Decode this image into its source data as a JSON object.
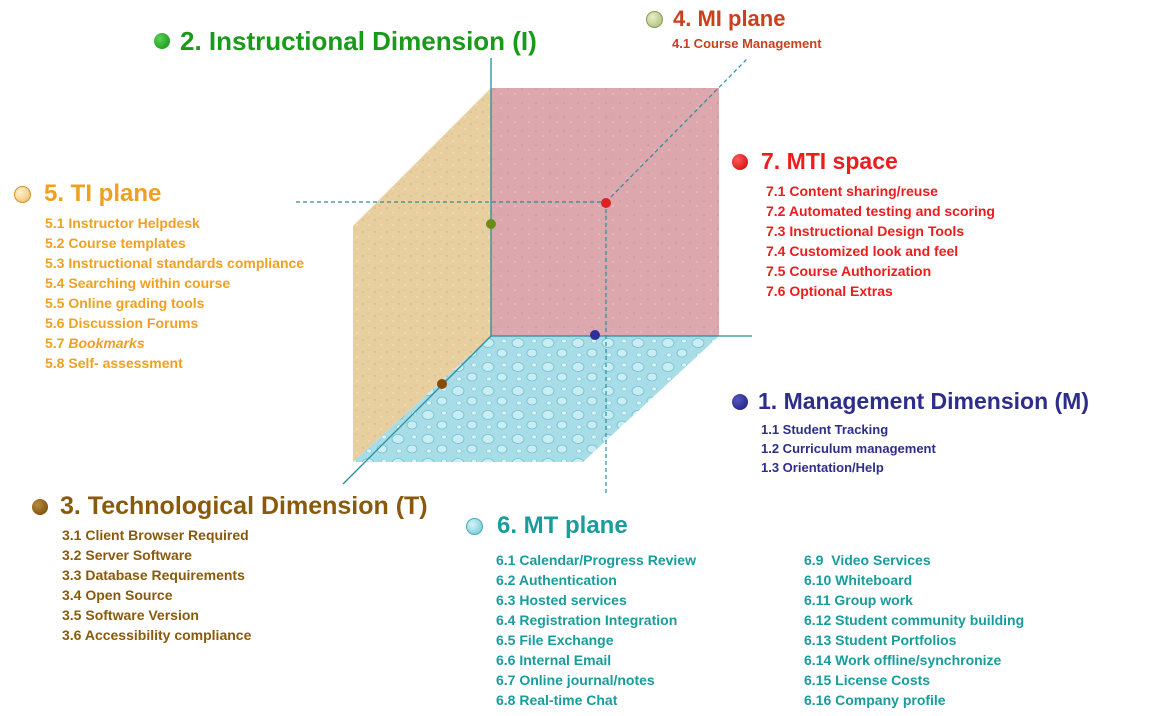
{
  "colors": {
    "instructional": "#1a9a1a",
    "mi_plane": "#c8401c",
    "mti_space": "#ee1c1c",
    "ti_plane": "#f0a020",
    "management": "#2e2e8a",
    "technological": "#8a5a0a",
    "mt_plane": "#189c9c",
    "ti_face": "#e8cfa0",
    "mi_face": "#dca8ae",
    "mt_face": "#a8dde8",
    "axis": "#2a8c9c"
  },
  "instructional": {
    "title": "2. Instructional Dimension (I)"
  },
  "mi_plane": {
    "title": "4. MI plane",
    "items": [
      "4.1 Course Management"
    ]
  },
  "mti_space": {
    "title": "7. MTI space",
    "items": [
      "7.1 Content sharing/reuse",
      "7.2 Automated testing and scoring",
      "7.3 Instructional Design Tools",
      "7.4 Customized look and feel",
      "7.5 Course Authorization",
      "7.6 Optional Extras"
    ]
  },
  "ti_plane": {
    "title": "5. TI plane",
    "items": [
      "5.1 Instructor Helpdesk",
      "5.2 Course templates",
      "5.3 Instructional standards compliance",
      "5.4 Searching within course",
      "5.5 Online grading tools",
      "5.6 Discussion Forums",
      "Bookmarks",
      "5.8 Self- assessment"
    ],
    "item7_number": "5.7"
  },
  "management": {
    "title": "1. Management Dimension (M)",
    "items": [
      "1.1 Student Tracking",
      "1.2 Curriculum management",
      "1.3 Orientation/Help"
    ]
  },
  "technological": {
    "title": "3. Technological Dimension (T)",
    "items": [
      "3.1 Client Browser Required",
      "3.2 Server Software",
      "3.3 Database Requirements",
      "3.4 Open Source",
      "3.5 Software Version",
      "3.6 Accessibility compliance"
    ]
  },
  "mt_plane": {
    "title": "6. MT plane",
    "items_col1": [
      "6.1 Calendar/Progress Review",
      "6.2 Authentication",
      "6.3 Hosted services",
      "6.4 Registration Integration",
      "6.5 File Exchange",
      "6.6 Internal Email",
      "6.7 Online journal/notes",
      "6.8 Real-time Chat"
    ],
    "items_col2": [
      "6.9  Video Services",
      "6.10 Whiteboard",
      "6.11 Group work",
      "6.12 Student community building",
      "6.13 Student Portfolios",
      "6.14 Work offline/synchronize",
      "6.15 License Costs",
      "6.16 Company profile"
    ]
  }
}
